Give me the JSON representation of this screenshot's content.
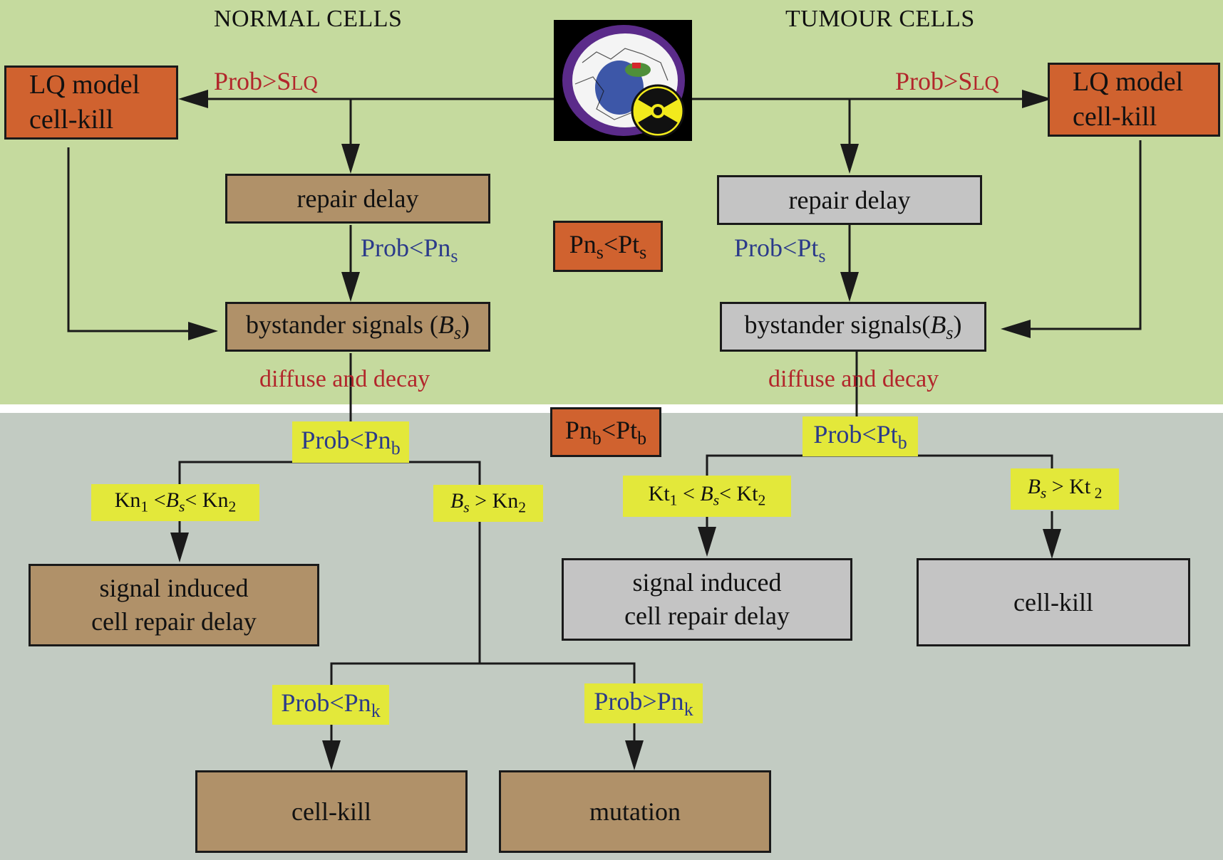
{
  "colors": {
    "top_band": "#c5da9e",
    "bottom_band": "#c2cbc2",
    "box_orange": "#d0622f",
    "box_brown": "#b09169",
    "box_grey": "#c4c4c4",
    "label_highlight": "#e3e83a",
    "text_red": "#b2262b",
    "text_blue": "#2b3a8a"
  },
  "headers": {
    "normal": "NORMAL CELLS",
    "tumour": "TUMOUR CELLS"
  },
  "image": {
    "icon": "radiation-icon"
  },
  "normal": {
    "lq_line1": "LQ model",
    "lq_line2": "cell-kill",
    "prob_slq_main": "Prob>S",
    "prob_slq_sub": "LQ",
    "repair_delay": "repair delay",
    "prob_pns_main": "Prob<Pn",
    "prob_pns_sub": "s",
    "bystander_text": "bystander signals (",
    "bystander_var": "B",
    "bystander_var_sub": "s",
    "bystander_close": ")",
    "diffuse": "diffuse and decay",
    "prob_pnb_main": "Prob<Pn",
    "prob_pnb_sub": "b",
    "cond1": {
      "a": "Kn",
      "a_sub": "1",
      "b": " <",
      "v": "B",
      "v_sub": "s",
      "c": "< Kn",
      "c_sub": "2"
    },
    "cond2": {
      "v": "B",
      "v_sub": "s",
      "c": " > Kn",
      "c_sub": "2"
    },
    "signal_line1": "signal induced",
    "signal_line2": "cell repair delay",
    "prob_pnk_lt_main": "Prob<Pn",
    "prob_pnk_lt_sub": "k",
    "prob_pnk_gt_main": "Prob>Pn",
    "prob_pnk_gt_sub": "k",
    "cell_kill": "cell-kill",
    "mutation": "mutation"
  },
  "middle": {
    "pns_a": "Pn",
    "pns_a_sub": "s",
    "pns_b": "<Pt",
    "pns_b_sub": "s",
    "pnb_a": "Pn",
    "pnb_a_sub": "b",
    "pnb_b": "<Pt",
    "pnb_b_sub": "b"
  },
  "tumour": {
    "lq_line1": "LQ model",
    "lq_line2": "cell-kill",
    "prob_slq_main": "Prob>S",
    "prob_slq_sub": "LQ",
    "repair_delay": "repair delay",
    "prob_pts_main": "Prob<Pt",
    "prob_pts_sub": "s",
    "bystander_text": "bystander signals(",
    "bystander_var": "B",
    "bystander_var_sub": "s",
    "bystander_close": ")",
    "diffuse": "diffuse and decay",
    "prob_ptb_main": "Prob<Pt",
    "prob_ptb_sub": "b",
    "cond1": {
      "a": "Kt",
      "a_sub": "1",
      "b": " < ",
      "v": "B",
      "v_sub": "s",
      "c": "< Kt",
      "c_sub": "2"
    },
    "cond2": {
      "v": "B",
      "v_sub": "s",
      "c": " > Kt",
      "c_sub": " 2"
    },
    "signal_line1": "signal induced",
    "signal_line2": "cell repair delay",
    "cell_kill": "cell-kill"
  }
}
